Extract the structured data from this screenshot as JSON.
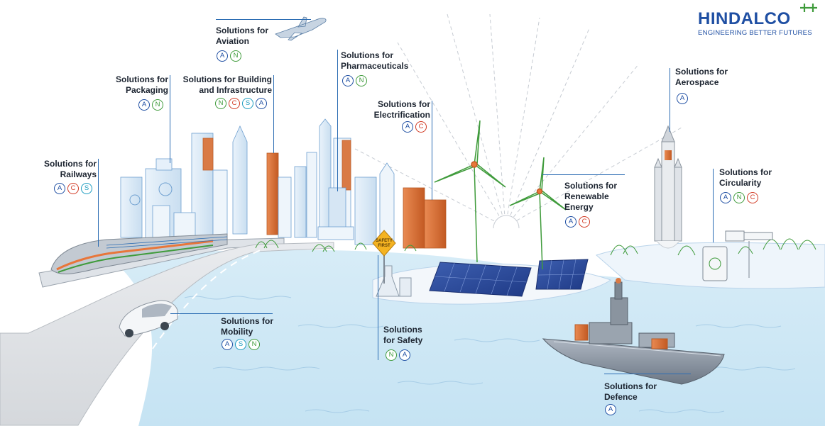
{
  "brand": {
    "name": "HINDALCO",
    "tagline": "ENGINEERING BETTER FUTURES"
  },
  "badge_colors": {
    "A": "#1f4fa3",
    "N": "#3f9b3b",
    "C": "#d23b25",
    "S": "#1b9bc0"
  },
  "sections": {
    "aviation": {
      "line1": "Solutions for",
      "line2": "Aviation",
      "badges": [
        "A",
        "N"
      ]
    },
    "packaging": {
      "line1": "Solutions for",
      "line2": "Packaging",
      "badges": [
        "A",
        "N"
      ]
    },
    "building": {
      "line1": "Solutions for Building",
      "line2": "and Infrastructure",
      "badges": [
        "N",
        "C",
        "S",
        "A"
      ]
    },
    "pharmaceuticals": {
      "line1": "Solutions for",
      "line2": "Pharmaceuticals",
      "badges": [
        "A",
        "N"
      ]
    },
    "electrification": {
      "line1": "Solutions for",
      "line2": "Electrification",
      "badges": [
        "A",
        "C"
      ]
    },
    "aerospace": {
      "line1": "Solutions for",
      "line2": "Aerospace",
      "badges": [
        "A"
      ]
    },
    "railways": {
      "line1": "Solutions for",
      "line2": "Railways",
      "badges": [
        "A",
        "C",
        "S"
      ]
    },
    "renewable": {
      "line1": "Solutions for",
      "line2": "Renewable",
      "line3": "Energy",
      "badges": [
        "A",
        "C"
      ]
    },
    "circularity": {
      "line1": "Solutions for",
      "line2": "Circularity",
      "badges": [
        "A",
        "N",
        "C"
      ]
    },
    "mobility": {
      "line1": "Solutions for",
      "line2": "Mobility",
      "badges": [
        "A",
        "S",
        "N"
      ]
    },
    "safety": {
      "line1": "Solutions",
      "line2": "for Safety",
      "badges": [
        "N",
        "A"
      ]
    },
    "defence": {
      "line1": "Solutions for",
      "line2": "Defence",
      "badges": [
        "A"
      ]
    }
  },
  "scene": {
    "safety_sign_line1": "SAFETY",
    "safety_sign_line2": "FIRST"
  }
}
